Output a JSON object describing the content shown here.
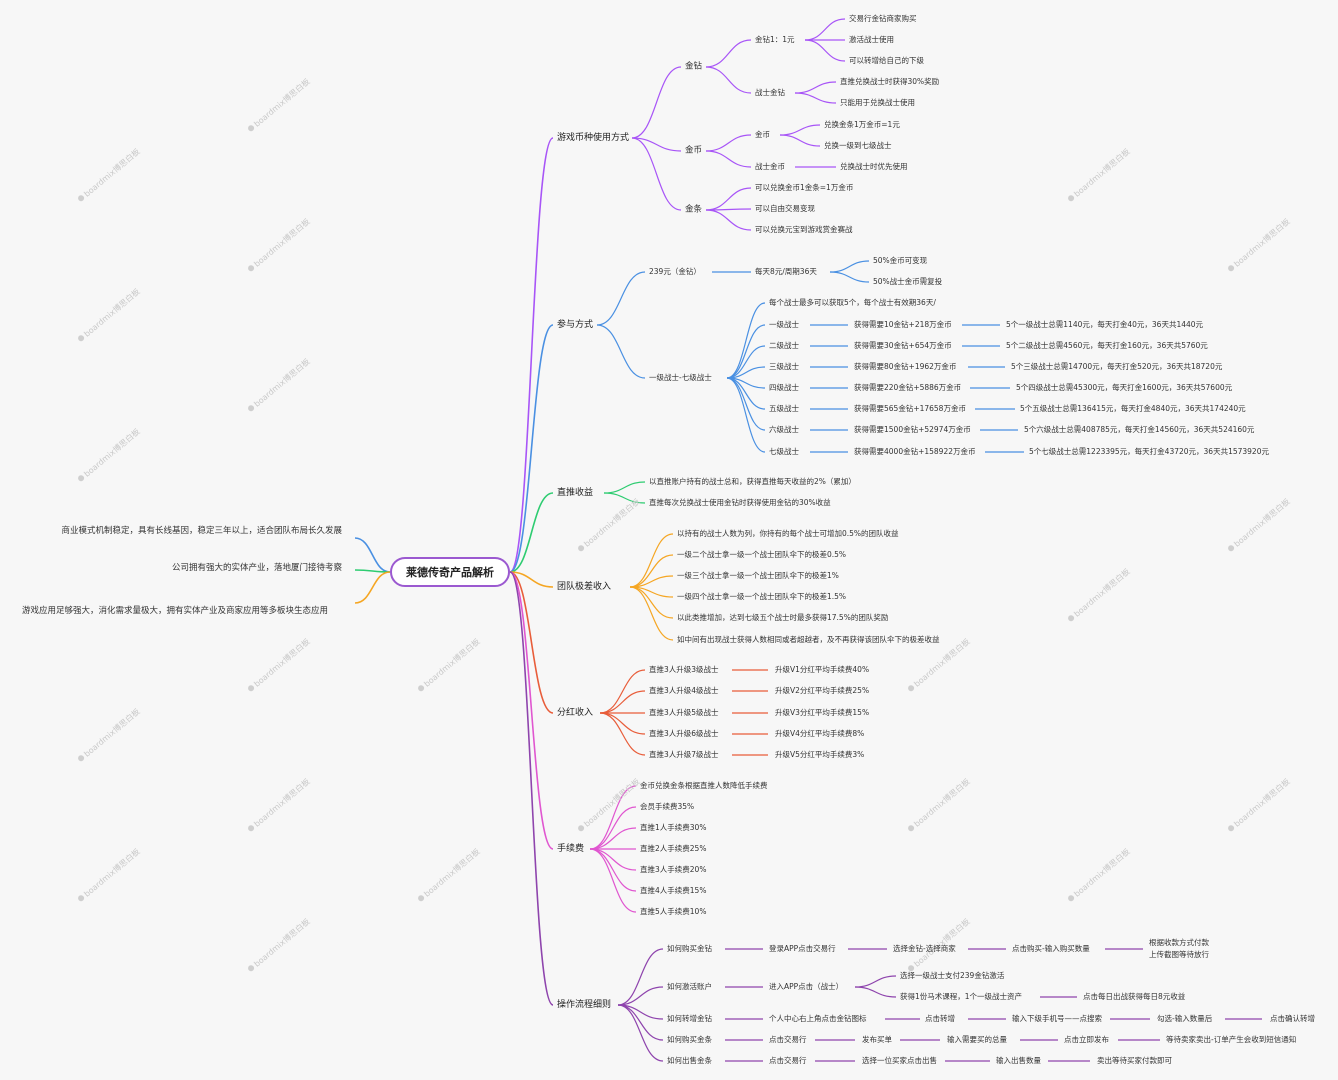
{
  "root": "莱德传奇产品解析",
  "left": [
    "商业模式机制稳定，具有长线基因，稳定三年以上，适合团队布局长久发展",
    "公司拥有强大的实体产业，落地厦门接待考察",
    "游戏应用足够强大，消化需求量极大，拥有实体产业及商家应用等多板块生态应用"
  ],
  "watermark": "boardmix博思白板",
  "colors": {
    "b1": "#a855f7",
    "b2": "#4a90e2",
    "b3": "#2ecc71",
    "b4": "#f5a623",
    "b5": "#e85d3a",
    "b6": "#e056d0",
    "b7": "#8e44ad"
  },
  "b1": {
    "label": "游戏币种使用方式",
    "jinzuan": {
      "label": "金钻",
      "c1": {
        "label": "金钻1：1元",
        "items": [
          "交易行金钻商家购买",
          "激活战士使用",
          "可以转增给自己的下级"
        ]
      },
      "c2": {
        "label": "战士金钻",
        "items": [
          "直推兑换战士时获得30%奖励",
          "只能用于兑换战士使用"
        ]
      }
    },
    "jinbi": {
      "label": "金币",
      "c1": {
        "label": "金币",
        "items": [
          "兑换金条1万金币=1元",
          "兑换一级到七级战士"
        ]
      },
      "c2": {
        "label": "战士金币",
        "items": [
          "兑换战士时优先使用"
        ]
      }
    },
    "jintiao": {
      "label": "金条",
      "items": [
        "可以兑换金币1金条=1万金币",
        "可以自由交易变现",
        "可以兑换元宝到游戏赏金赛战"
      ]
    }
  },
  "b2": {
    "label": "参与方式",
    "p1": {
      "label": "239元（金钻）",
      "sub": "每天8元/周期36天",
      "items": [
        "50%金币可变现",
        "50%战士金币需复投"
      ]
    },
    "p2": {
      "label": "一级战士-七级战士",
      "note": "每个战士最多可以获取5个，每个战士有效期36天/",
      "rows": [
        {
          "name": "一级战士",
          "need": "获得需要10金钻+218万金币",
          "total": "5个一级战士总需1140元，每天打金40元，36天共1440元"
        },
        {
          "name": "二级战士",
          "need": "获得需要30金钻+654万金币",
          "total": "5个二级战士总需4560元，每天打金160元，36天共5760元"
        },
        {
          "name": "三级战士",
          "need": "获得需要80金钻+1962万金币",
          "total": "5个三级战士总需14700元，每天打金520元，36天共18720元"
        },
        {
          "name": "四级战士",
          "need": "获得需要220金钻+5886万金币",
          "total": "5个四级战士总需45300元，每天打金1600元，36天共57600元"
        },
        {
          "name": "五级战士",
          "need": "获得需要565金钻+17658万金币",
          "total": "5个五级战士总需136415元，每天打金4840元，36天共174240元"
        },
        {
          "name": "六级战士",
          "need": "获得需要1500金钻+52974万金币",
          "total": "5个六级战士总需408785元，每天打金14560元，36天共524160元"
        },
        {
          "name": "七级战士",
          "need": "获得需要4000金钻+158922万金币",
          "total": "5个七级战士总需1223395元，每天打金43720元，36天共1573920元"
        }
      ]
    }
  },
  "b3": {
    "label": "直推收益",
    "items": [
      "以直推账户持有的战士总和，获得直推每天收益的2%（累加）",
      "直推每次兑换战士使用金钻时获得使用金钻的30%收益"
    ]
  },
  "b4": {
    "label": "团队极差收入",
    "items": [
      "以持有的战士人数为列，你持有的每个战士可增加0.5%的团队收益",
      "一级二个战士拿一级一个战士团队伞下的极差0.5%",
      "一级三个战士拿一级一个战士团队伞下的极差1%",
      "一级四个战士拿一级一个战士团队伞下的极差1.5%",
      "以此类推增加，达到七级五个战士时最多获得17.5%的团队奖励",
      "如中间有出现战士获得人数相同或者超越者，及不再获得该团队伞下的极差收益"
    ]
  },
  "b5": {
    "label": "分红收入",
    "rows": [
      [
        "直推3人升级3级战士",
        "升级V1分红平均手续费40%"
      ],
      [
        "直推3人升级4级战士",
        "升级V2分红平均手续费25%"
      ],
      [
        "直推3人升级5级战士",
        "升级V3分红平均手续费15%"
      ],
      [
        "直推3人升级6级战士",
        "升级V4分红平均手续费8%"
      ],
      [
        "直推3人升级7级战士",
        "升级V5分红平均手续费3%"
      ]
    ]
  },
  "b6": {
    "label": "手续费",
    "items": [
      "金币兑换金条根据直推人数降低手续费",
      "会员手续费35%",
      "直推1人手续费30%",
      "直推2人手续费25%",
      "直推3人手续费20%",
      "直推4人手续费15%",
      "直推5人手续费10%"
    ]
  },
  "b7": {
    "label": "操作流程细则",
    "r1": [
      "如何购买金钻",
      "登录APP点击交易行",
      "选择金钻-选择商家",
      "点击购买-输入购买数量",
      "根据收款方式付款",
      "上传截图等待放行"
    ],
    "r2": {
      "label": "如何激活账户",
      "step": "进入APP点击（战士）",
      "a": "选择一级战士支付239金钻激活",
      "b1": "获得1份马术课程，1个一级战士资产",
      "b2": "点击每日出战获得每日8元收益"
    },
    "r3": [
      "如何转增金钻",
      "个人中心右上角点击金钻图标",
      "点击转增",
      "输入下级手机号——点搜索",
      "勾选-输入数量后",
      "点击确认转增"
    ],
    "r4": [
      "如何购买金条",
      "点击交易行",
      "发布买单",
      "输入需要买的总量",
      "点击立即发布",
      "等待卖家卖出-订单产生会收到短信通知"
    ],
    "r5": [
      "如何出售金条",
      "点击交易行",
      "选择一位买家点击出售",
      "输入出售数量",
      "卖出等待买家付款即可"
    ]
  }
}
